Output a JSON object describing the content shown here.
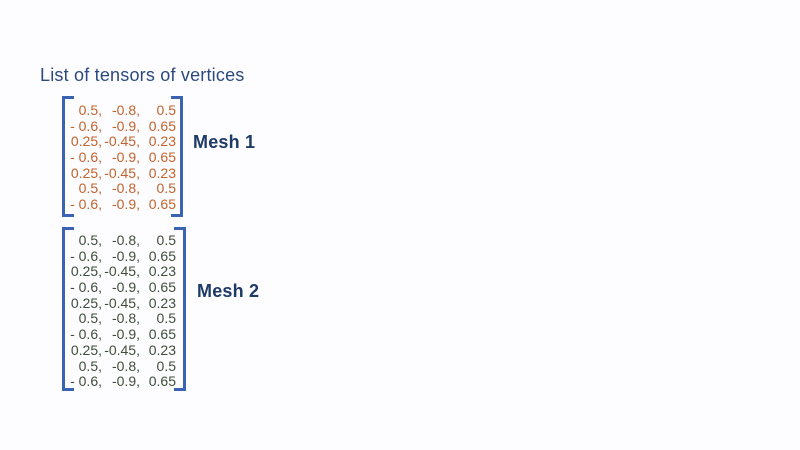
{
  "title": "List of tensors of vertices",
  "colors": {
    "background": "#fdfcfe",
    "title": "#2b4a7e",
    "label": "#1e3a66",
    "bracket": "#3a63b4",
    "mesh1_values": "#c2632e",
    "mesh2_values": "#3f4e3a"
  },
  "mesh1": {
    "label": "Mesh 1",
    "rows": [
      [
        "0.5,",
        "-0.8,",
        "0.5"
      ],
      [
        "- 0.6,",
        "-0.9,",
        "0.65"
      ],
      [
        "0.25,",
        "-0.45,",
        "0.23"
      ],
      [
        "- 0.6,",
        "-0.9,",
        "0.65"
      ],
      [
        "0.25,",
        "-0.45,",
        "0.23"
      ],
      [
        "0.5,",
        "-0.8,",
        "0.5"
      ],
      [
        "- 0.6,",
        "-0.9,",
        "0.65"
      ]
    ]
  },
  "mesh2": {
    "label": "Mesh 2",
    "rows": [
      [
        "0.5,",
        "-0.8,",
        "0.5"
      ],
      [
        "- 0.6,",
        "-0.9,",
        "0.65"
      ],
      [
        "0.25,",
        "-0.45,",
        "0.23"
      ],
      [
        "- 0.6,",
        "-0.9,",
        "0.65"
      ],
      [
        "0.25,",
        "-0.45,",
        "0.23"
      ],
      [
        "0.5,",
        "-0.8,",
        "0.5"
      ],
      [
        "- 0.6,",
        "-0.9,",
        "0.65"
      ],
      [
        "0.25,",
        "-0.45,",
        "0.23"
      ],
      [
        "0.5,",
        "-0.8,",
        "0.5"
      ],
      [
        "- 0.6,",
        "-0.9,",
        "0.65"
      ]
    ]
  }
}
